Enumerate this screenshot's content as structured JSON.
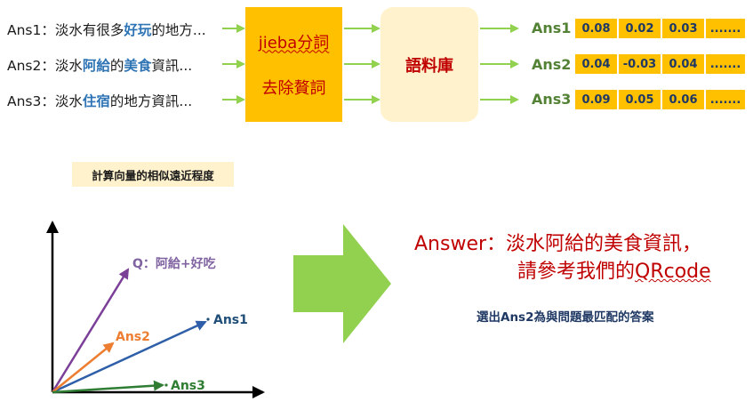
{
  "answers": [
    {
      "prefix": "Ans1：淡水有很多",
      "highlight": "好玩",
      "suffix": "的地方..."
    },
    {
      "prefix": "Ans2：淡水",
      "highlight": "阿給",
      "mid": "的",
      "highlight2": "美食",
      "suffix": "資訊..."
    },
    {
      "prefix": "Ans3：淡水",
      "highlight": "住宿",
      "suffix": "的地方資訊..."
    }
  ],
  "process": {
    "jieba_label": "jieba分詞",
    "stopword_label": "去除贅詞",
    "corpus_label": "語料庫"
  },
  "vectors": [
    {
      "label": "Ans1",
      "values": [
        "0.08",
        "0.02",
        "0.03",
        "......."
      ]
    },
    {
      "label": "Ans2",
      "values": [
        "0.04",
        "-0.03",
        "0.04",
        "......."
      ]
    },
    {
      "label": "Ans3",
      "values": [
        "0.09",
        "0.05",
        "0.06",
        "......."
      ]
    }
  ],
  "calc_label": "計算向量的相似遠近程度",
  "plot": {
    "q_label": "Q：阿給+好吃",
    "ans1_label": "Ans1",
    "ans2_label": "Ans2",
    "ans3_label": "Ans3"
  },
  "result": {
    "line1": "Answer：淡水阿給的美食資訊，",
    "line2_prefix": "請參考我們的",
    "line2_link": "QRcode",
    "note": "選出Ans2為與問題最匹配的答案"
  },
  "colors": {
    "orange_box": "#ffc000",
    "light_box": "#fff2cc",
    "arrow_green": "#92d050",
    "red_text": "#c00000",
    "vec_q": "#7b3f98",
    "vec_ans1": "#2e5fa8",
    "vec_ans2": "#ed7d31",
    "vec_ans3": "#2e7d32"
  }
}
